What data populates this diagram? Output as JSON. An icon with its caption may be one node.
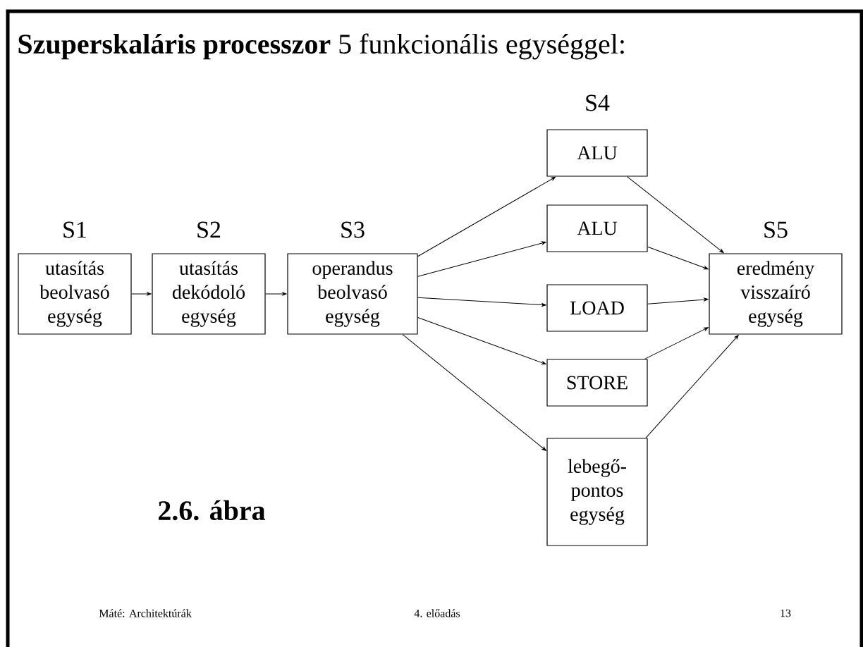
{
  "diagram": {
    "title": "**Szuperskaláris processzor** 5 funkcionális egységgel:",
    "nodes": [
      {
        "text": [
          "utasítás beolvasó egység"
        ],
        "beside": [
          "S1"
        ]
      },
      {
        "text": [
          "utasítás dekódoló egység"
        ],
        "beside": [
          "S2"
        ]
      },
      {
        "text": [
          "operandus beolvasó egység"
        ],
        "beside": [
          "S3"
        ]
      },
      {
        "text": [
          "ALU"
        ]
      },
      {
        "text": [
          "ALU"
        ]
      },
      {
        "text": [
          "LOAD"
        ]
      },
      {
        "text": [
          "STORE"
        ]
      },
      {
        "text": [
          "lebegő- pontos egység"
        ]
      },
      {
        "text": [
          "eredmény visszaíró egység"
        ],
        "beside": [
          "S5"
        ]
      }
    ],
    "edges": [
      {
        "from": 0,
        "to": 1,
        "arrow": "to"
      },
      {
        "from": 1,
        "to": 2,
        "arrow": "to"
      },
      {
        "from": 2,
        "to": 3,
        "arrow": "to"
      },
      {
        "from": 2,
        "to": 4,
        "arrow": "to"
      },
      {
        "from": 2,
        "to": 5,
        "arrow": "to"
      },
      {
        "from": 2,
        "to": 6,
        "arrow": "to"
      },
      {
        "from": 2,
        "to": 7,
        "arrow": "to"
      },
      {
        "from": 3,
        "to": 8,
        "arrow": "to"
      },
      {
        "from": 4,
        "to": 8,
        "arrow": "to"
      },
      {
        "from": 5,
        "to": 8,
        "arrow": "to"
      },
      {
        "from": 6,
        "to": 8,
        "arrow": "to"
      },
      {
        "from": 7,
        "to": 8,
        "arrow": "to"
      }
    ],
    "labels": [
      "S4",
      "2.6. ábra",
      "Máté: Architektúrák",
      "4. előadás",
      "13"
    ]
  }
}
